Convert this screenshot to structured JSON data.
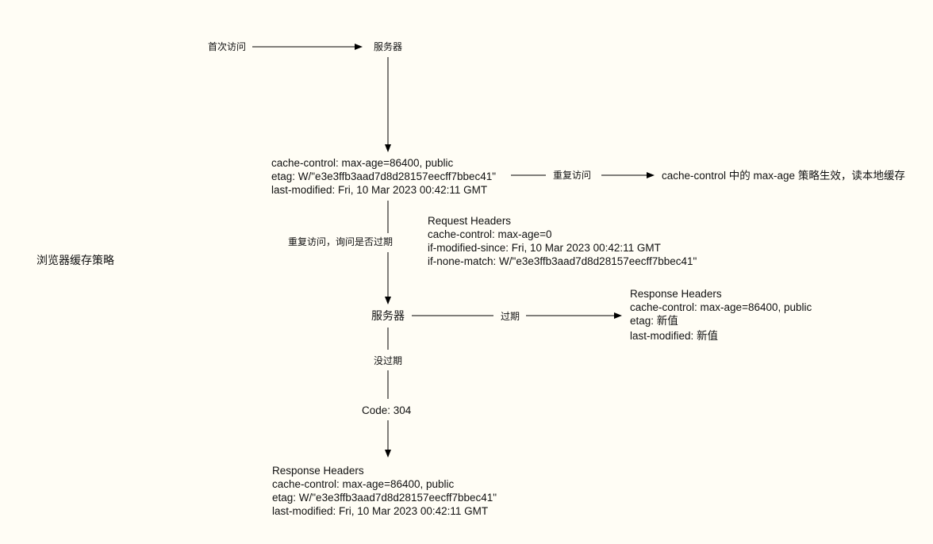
{
  "diagram": {
    "title": "浏览器缓存策略",
    "first_visit": "首次访问",
    "server_top": "服务器",
    "initial_response": [
      "cache-control: max-age=86400, public",
      "etag: W/\"e3e3ffb3aad7d8d28157eecff7bbec41\"",
      "last-modified: Fri, 10 Mar 2023 00:42:11 GMT"
    ],
    "repeat_visit_label": "重复访问",
    "repeat_result": "cache-control 中的 max-age 策略生效，读本地缓存",
    "repeat_ask_label": "重复访问，询问是否过期",
    "request_headers": [
      "Request Headers",
      "cache-control: max-age=0",
      "if-modified-since: Fri, 10 Mar 2023 00:42:11 GMT",
      "if-none-match: W/\"e3e3ffb3aad7d8d28157eecff7bbec41\""
    ],
    "server_mid": "服务器",
    "expired_label": "过期",
    "expired_response": [
      "Response Headers",
      "cache-control: max-age=86400, public",
      "etag: 新值",
      "last-modified: 新值"
    ],
    "not_expired_label": "没过期",
    "code": "Code: 304",
    "final_response": [
      "Response Headers",
      "cache-control: max-age=86400, public",
      "etag: W/\"e3e3ffb3aad7d8d28157eecff7bbec41\"",
      "last-modified: Fri, 10 Mar 2023 00:42:11 GMT"
    ]
  },
  "colors": {
    "background": "#fffdf5",
    "line": "#000000",
    "text": "#111111"
  }
}
